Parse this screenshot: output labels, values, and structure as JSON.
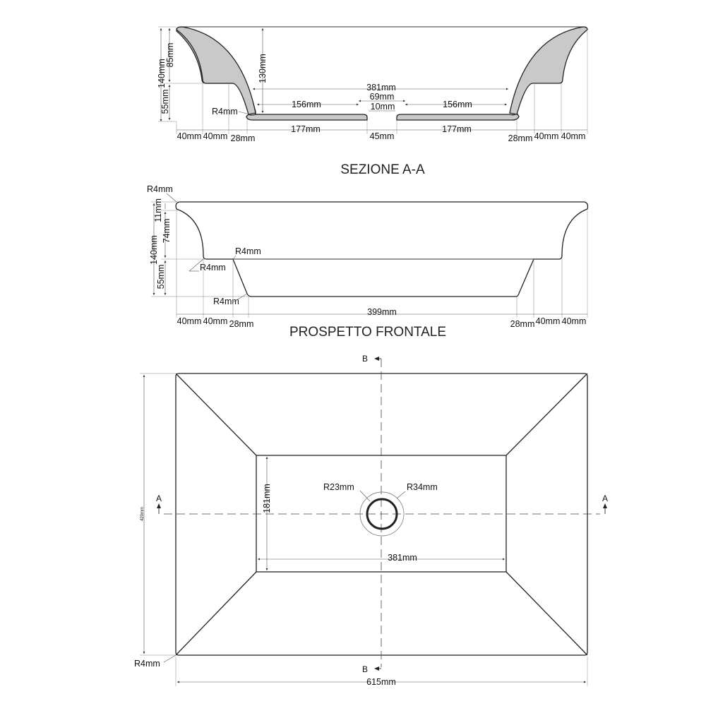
{
  "section": {
    "title": "SEZIONE A-A",
    "height_total": "140mm",
    "height_upper": "85mm",
    "height_lower": "55mm",
    "basin_depth": "130mm",
    "inner_width": "381mm",
    "drain_outer": "69mm",
    "drain_inner": "10mm",
    "floor_left": "156mm",
    "floor_right": "156mm",
    "floor_radius": "R4mm",
    "bottom_left_outer": "40mm",
    "bottom_left_inner": "40mm",
    "bottom_left_slope": "28mm",
    "bottom_left_floor": "177mm",
    "bottom_drain": "45mm",
    "bottom_right_floor": "177mm",
    "bottom_right_slope": "28mm",
    "bottom_right_inner": "40mm",
    "bottom_right_outer": "40mm"
  },
  "front": {
    "title": "PROSPETTO FRONTALE",
    "rim_radius": "R4mm",
    "height_total": "140mm",
    "rim_height": "11mm",
    "curve_height": "74mm",
    "base_height": "55mm",
    "shoulder_radius": "R4mm",
    "shoulder_left_radius": "R4mm",
    "foot_radius": "R4mm",
    "bottom_left_outer": "40mm",
    "bottom_left_inner": "40mm",
    "bottom_left_slope": "28mm",
    "base_width": "399mm",
    "bottom_right_slope": "28mm",
    "bottom_right_inner": "40mm",
    "bottom_right_outer": "40mm"
  },
  "plan": {
    "section_b_top": "B",
    "section_b_bottom": "B",
    "section_a_left": "A",
    "section_a_right": "A",
    "drain_inner_radius": "R23mm",
    "drain_outer_radius": "R34mm",
    "inner_depth": "181mm",
    "inner_width": "381mm",
    "overall_depth": "420mm",
    "overall_width": "615mm",
    "corner_radius": "R4mm"
  }
}
